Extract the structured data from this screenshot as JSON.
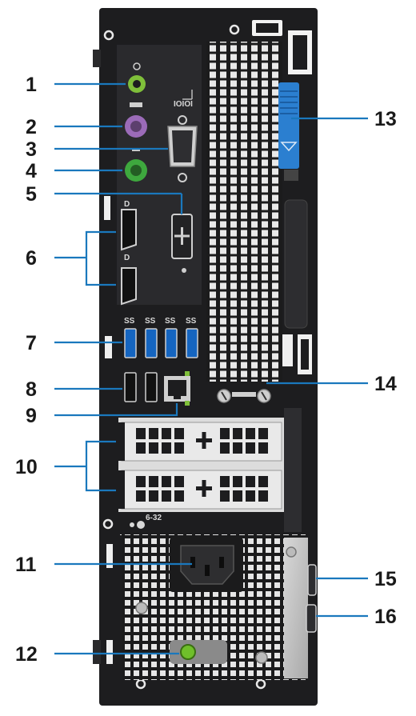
{
  "callouts": [
    {
      "id": "1",
      "label": "1"
    },
    {
      "id": "2",
      "label": "2"
    },
    {
      "id": "3",
      "label": "3"
    },
    {
      "id": "4",
      "label": "4"
    },
    {
      "id": "5",
      "label": "5"
    },
    {
      "id": "6",
      "label": "6"
    },
    {
      "id": "7",
      "label": "7"
    },
    {
      "id": "8",
      "label": "8"
    },
    {
      "id": "9",
      "label": "9"
    },
    {
      "id": "10",
      "label": "10"
    },
    {
      "id": "11",
      "label": "11"
    },
    {
      "id": "12",
      "label": "12"
    },
    {
      "id": "13",
      "label": "13"
    },
    {
      "id": "14",
      "label": "14"
    },
    {
      "id": "15",
      "label": "15"
    },
    {
      "id": "16",
      "label": "16"
    }
  ],
  "labels": {
    "serial_marking": "IOIOI",
    "screw_marking": "6-32"
  },
  "colors": {
    "leader": "#1a78bd",
    "chassis": "#1d1d1f",
    "usb3_blue": "#1565c0",
    "ps2_mouse": "#9b6bb8",
    "ps2_keyboard": "#3ea83e",
    "audio_jack": "#7fbf3a",
    "release_latch": "#2b7fd0",
    "slot_cover": "#c9c9c9"
  }
}
